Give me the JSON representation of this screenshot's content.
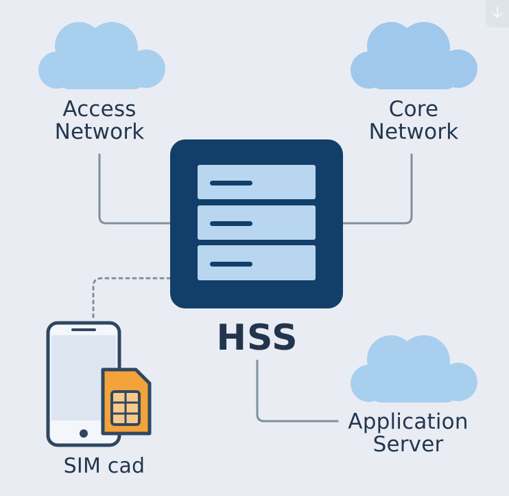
{
  "nodes": {
    "access_network": {
      "line1": "Access",
      "line2": "Network"
    },
    "core_network": {
      "line1": "Core",
      "line2": "Network"
    },
    "hss": {
      "label": "HSS"
    },
    "application_server": {
      "line1": "Application",
      "line2": "Server"
    },
    "sim_card": {
      "label": "SIM cad"
    }
  },
  "icons": {
    "cloud": "cloud-icon",
    "server": "server-stack-icon",
    "phone": "smartphone-icon",
    "sim": "sim-card-icon",
    "corner": "download-icon"
  },
  "colors": {
    "background": "#e9edf3",
    "cloud": "#a9cfee",
    "server_body": "#123e6a",
    "server_unit": "#b8d6f0",
    "connector": "#7d8d9d",
    "phone_outline": "#2f4761",
    "sim": "#f2a33a",
    "text": "#24364f"
  }
}
